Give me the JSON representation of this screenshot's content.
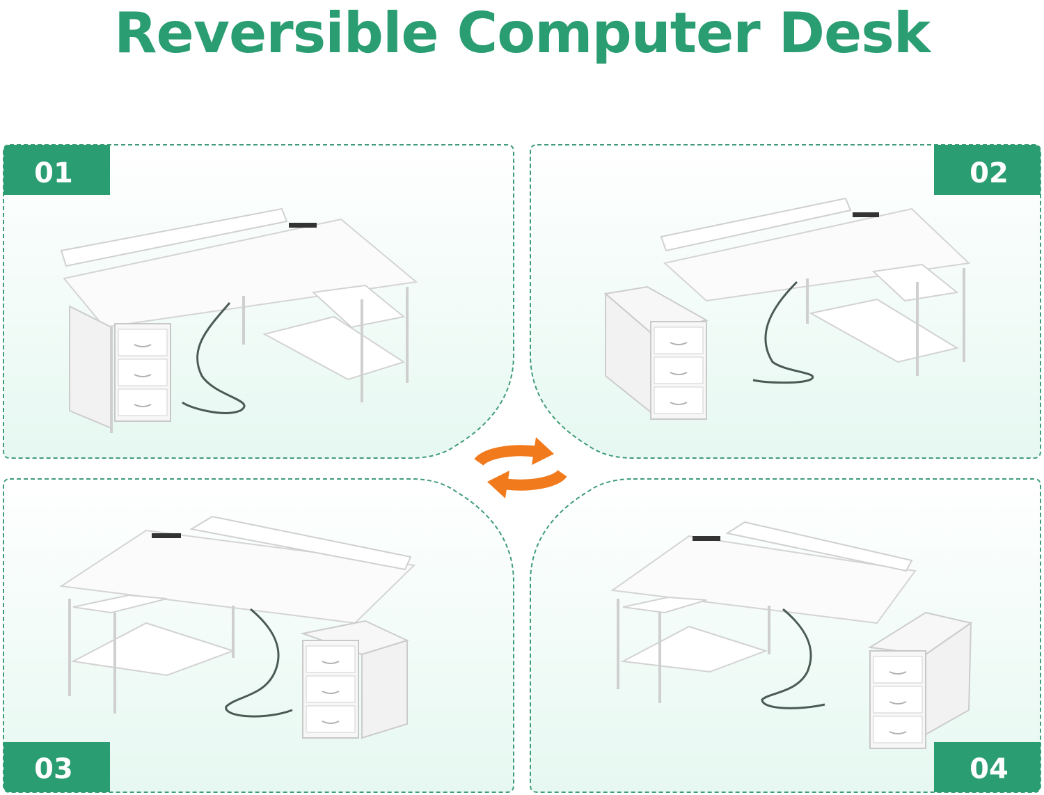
{
  "header": {
    "title": "Reversible Computer Desk"
  },
  "colors": {
    "brand_green": "#2a9d72",
    "panel_bg": "#eef9f5",
    "dash": "#3f9c77",
    "arrow_orange": "#f07a1c"
  },
  "panels": [
    {
      "label": "01",
      "layout": "storage-left-shelves-right"
    },
    {
      "label": "02",
      "layout": "cabinet-left-shelves-right"
    },
    {
      "label": "03",
      "layout": "shelves-left-storage-right"
    },
    {
      "label": "04",
      "layout": "shelves-left-cabinet-right"
    }
  ],
  "center_icon": "rotate-arrows-icon"
}
